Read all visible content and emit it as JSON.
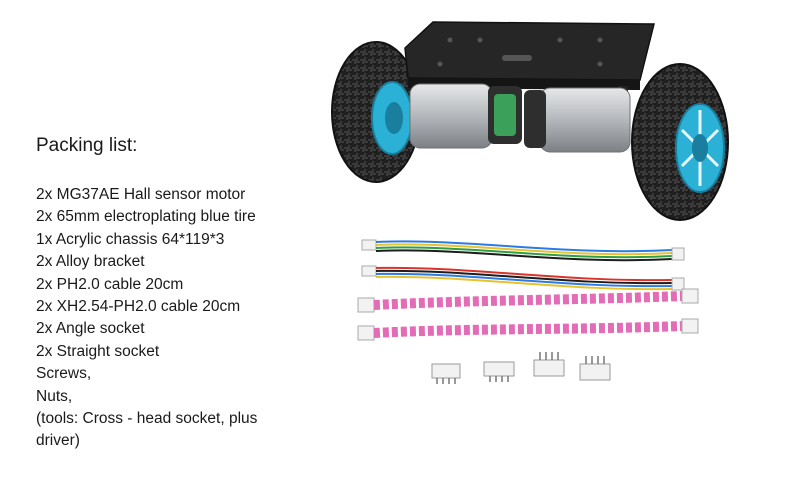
{
  "packing_list": {
    "title": "Packing list:",
    "items": [
      "2x MG37AE Hall sensor motor",
      "2x 65mm  electroplating blue tire",
      "1x Acrylic chassis 64*119*3",
      "2x Alloy bracket",
      "2x PH2.0 cable 20cm",
      "2x XH2.54-PH2.0 cable 20cm",
      "2x Angle socket",
      "2x Straight socket",
      "Screws,",
      "Nuts,",
      "(tools: Cross - head socket, plus driver)"
    ]
  },
  "colors": {
    "tire": "#1f1f1f",
    "hub": "#2bb0d6",
    "chassis": "#262626",
    "motor": "#b9bcc0",
    "pink_cable": "#e46bb5",
    "connector": "#f2f2f2"
  }
}
